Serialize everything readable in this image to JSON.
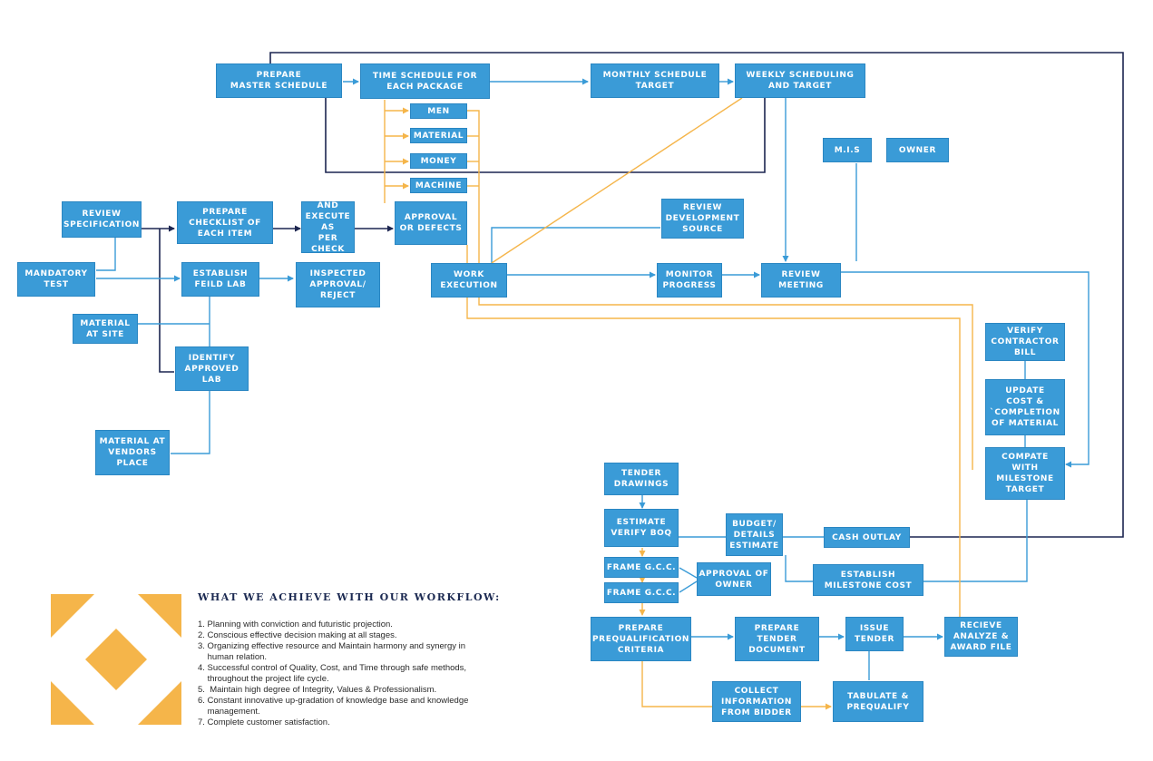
{
  "colors": {
    "box": "#3a9bd7",
    "blue_line": "#3a9bd7",
    "navy_line": "#1c2550",
    "orange_line": "#f5b54a",
    "logo": "#f5b54a"
  },
  "boxes": {
    "prepare_master_schedule": "PREPARE\nMASTER SCHEDULE",
    "time_schedule": "TIME SCHEDULE FOR\nEACH PACKAGE",
    "monthly_schedule": "MONTHLY SCHEDULE\nTARGET",
    "weekly_scheduling": "WEEKLY SCHEDULING\nAND TARGET",
    "men": "MEN",
    "material": "MATERIAL",
    "money": "MONEY",
    "machine": "MACHINE",
    "mis": "M.I.S",
    "owner": "OWNER",
    "review_specification": "REVIEW\nSPECIFICATION",
    "prepare_checklist": "PREPARE\nCHECKLIST OF\nEACH ITEM",
    "check_execute": "CHECK AND\nEXECUTE AS\nPER CHECK\nLIST",
    "approval_defects": "APPROVAL\nOR DEFECTS",
    "review_development_source": "REVIEW\nDEVELOPMENT\nSOURCE",
    "mandatory_test": "MANDATORY\nTEST",
    "establish_field_lab": "ESTABLISH\nFEILD LAB",
    "inspected_approval": "INSPECTED\nAPPROVAL/\nREJECT",
    "work_execution": "WORK\nEXECUTION",
    "monitor_progress": "MONITOR\nPROGRESS",
    "review_meeting": "REVIEW\nMEETING",
    "material_at_site": "MATERIAL\nAT SITE",
    "identify_approved_lab": "IDENTIFY\nAPPROVED\nLAB",
    "material_at_vendors": "MATERIAL AT\nVENDORS\nPLACE",
    "verify_contractor_bill": "VERIFY\nCONTRACTOR\nBILL",
    "update_cost": "UPDATE\nCOST &\n`COMPLETION\nOF MATERIAL",
    "compare_milestone": "COMPATE\nWITH\nMILESTONE\nTARGET",
    "tender_drawings": "TENDER\nDRAWINGS",
    "estimate_verify_boq": "ESTIMATE\nVERIFY BOQ",
    "budget_details": "BUDGET/\nDETAILS\nESTIMATE",
    "cash_outlay": "CASH OUTLAY",
    "frame_gcc_1": "FRAME G.C.C.",
    "frame_gcc_2": "FRAME G.C.C.",
    "approval_of_owner": "APPROVAL OF\nOWNER",
    "establish_milestone_cost": "ESTABLISH\nMILESTONE COST",
    "prepare_prequalification": "PREPARE\nPREQUALIFICATION\nCRITERIA",
    "prepare_tender_document": "PREPARE\nTENDER\nDOCUMENT",
    "issue_tender": "ISSUE\nTENDER",
    "receive_analyze": "RECIEVE\nANALYZE &\nAWARD FILE",
    "collect_information": "COLLECT\nINFORMATION\nFROM BIDDER",
    "tabulate_prequalify": "TABULATE &\nPREQUALIFY"
  },
  "achieve": {
    "title": "WHAT WE ACHIEVE WITH OUR WORKFLOW:",
    "items": [
      "1. Planning with conviction and futuristic projection.",
      "2. Conscious effective decision making at all stages.",
      "3. Organizing effective resource and Maintain harmony and synergy in\n    human relation.",
      "4. Successful control of Quality, Cost, and Time through safe methods,\n    throughout the project life cycle.",
      "5.  Maintain high degree of Integrity, Values & Professionalism.",
      "6. Constant innovative up-gradation of knowledge base and knowledge\n    management.",
      "7. Complete customer satisfaction."
    ]
  }
}
